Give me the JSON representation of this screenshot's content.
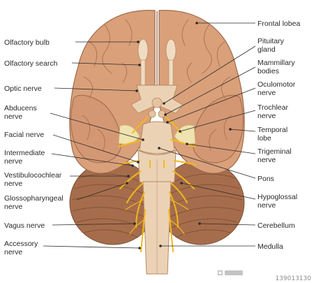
{
  "labels_left": {
    "olfactory_bulb": "Olfactory bulb",
    "olfactory_search": "Olfactory search",
    "optic_nerve": "Optic nerve",
    "abducens_nerve": [
      "Abducens",
      "nerve"
    ],
    "facial_nerve": "Facial nerve",
    "intermediate_nerve": [
      "Intermediate",
      "nerve"
    ],
    "vestibulocochlear_nerve": [
      "Vestibulocochlear",
      "nerve"
    ],
    "glossopharyngeal_nerve": [
      "Glossopharyngeal",
      "nerve"
    ],
    "vagus_nerve": "Vagus nerve",
    "accessory_nerve": [
      "Accessory",
      "nerve"
    ]
  },
  "labels_right": {
    "frontal_lobe": "Frontal lobea",
    "pituitary_gland": [
      "Pituitary",
      "gland"
    ],
    "mammillary_bodies": [
      "Mammillary",
      "bodies"
    ],
    "oculomotor_nerve": [
      "Oculomotor",
      "nerve"
    ],
    "trochlear_nerve": [
      "Trochlear",
      "nerve"
    ],
    "temporal_lobe": [
      "Temporal",
      "lobe"
    ],
    "trigeminal_nerve": [
      "Trigeminal",
      "nerve"
    ],
    "pons": "Pons",
    "hypoglossal_nerve": [
      "Hypoglossal",
      "nerve"
    ],
    "cerebellum": "Cerebellum",
    "medulla": "Medulla"
  },
  "footer": {
    "stock_id": "139013130"
  },
  "colors": {
    "cortex": "#d9a07a",
    "cortex_outline": "#9c6a4c",
    "cerebellum": "#a66d4c",
    "brainstem": "#ecd2b5",
    "nerve": "#f2b81c"
  }
}
